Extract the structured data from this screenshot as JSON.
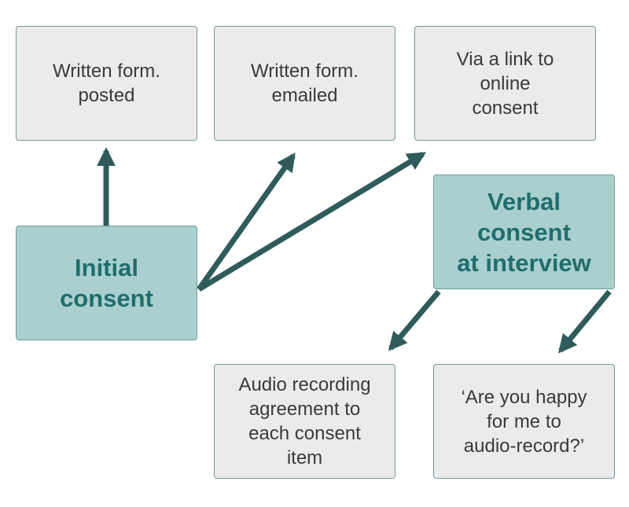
{
  "nodes": {
    "written_posted": "Written form.\nposted",
    "written_emailed": "Written form.\nemailed",
    "online_link": "Via a link to\nonline\nconsent",
    "initial_consent": "Initial\nconsent",
    "verbal_consent": "Verbal\nconsent\nat interview",
    "audio_agreement": "Audio recording\nagreement to\neach consent\nitem",
    "happy_question": "‘Are you happy\nfor me to\naudio-record?’"
  },
  "colors": {
    "arrow": "#2f5b5b",
    "teal_fill": "#aacfcf",
    "teal_text": "#1f6e6e",
    "light_fill": "#ebebeb",
    "border": "#6e9a9a"
  }
}
